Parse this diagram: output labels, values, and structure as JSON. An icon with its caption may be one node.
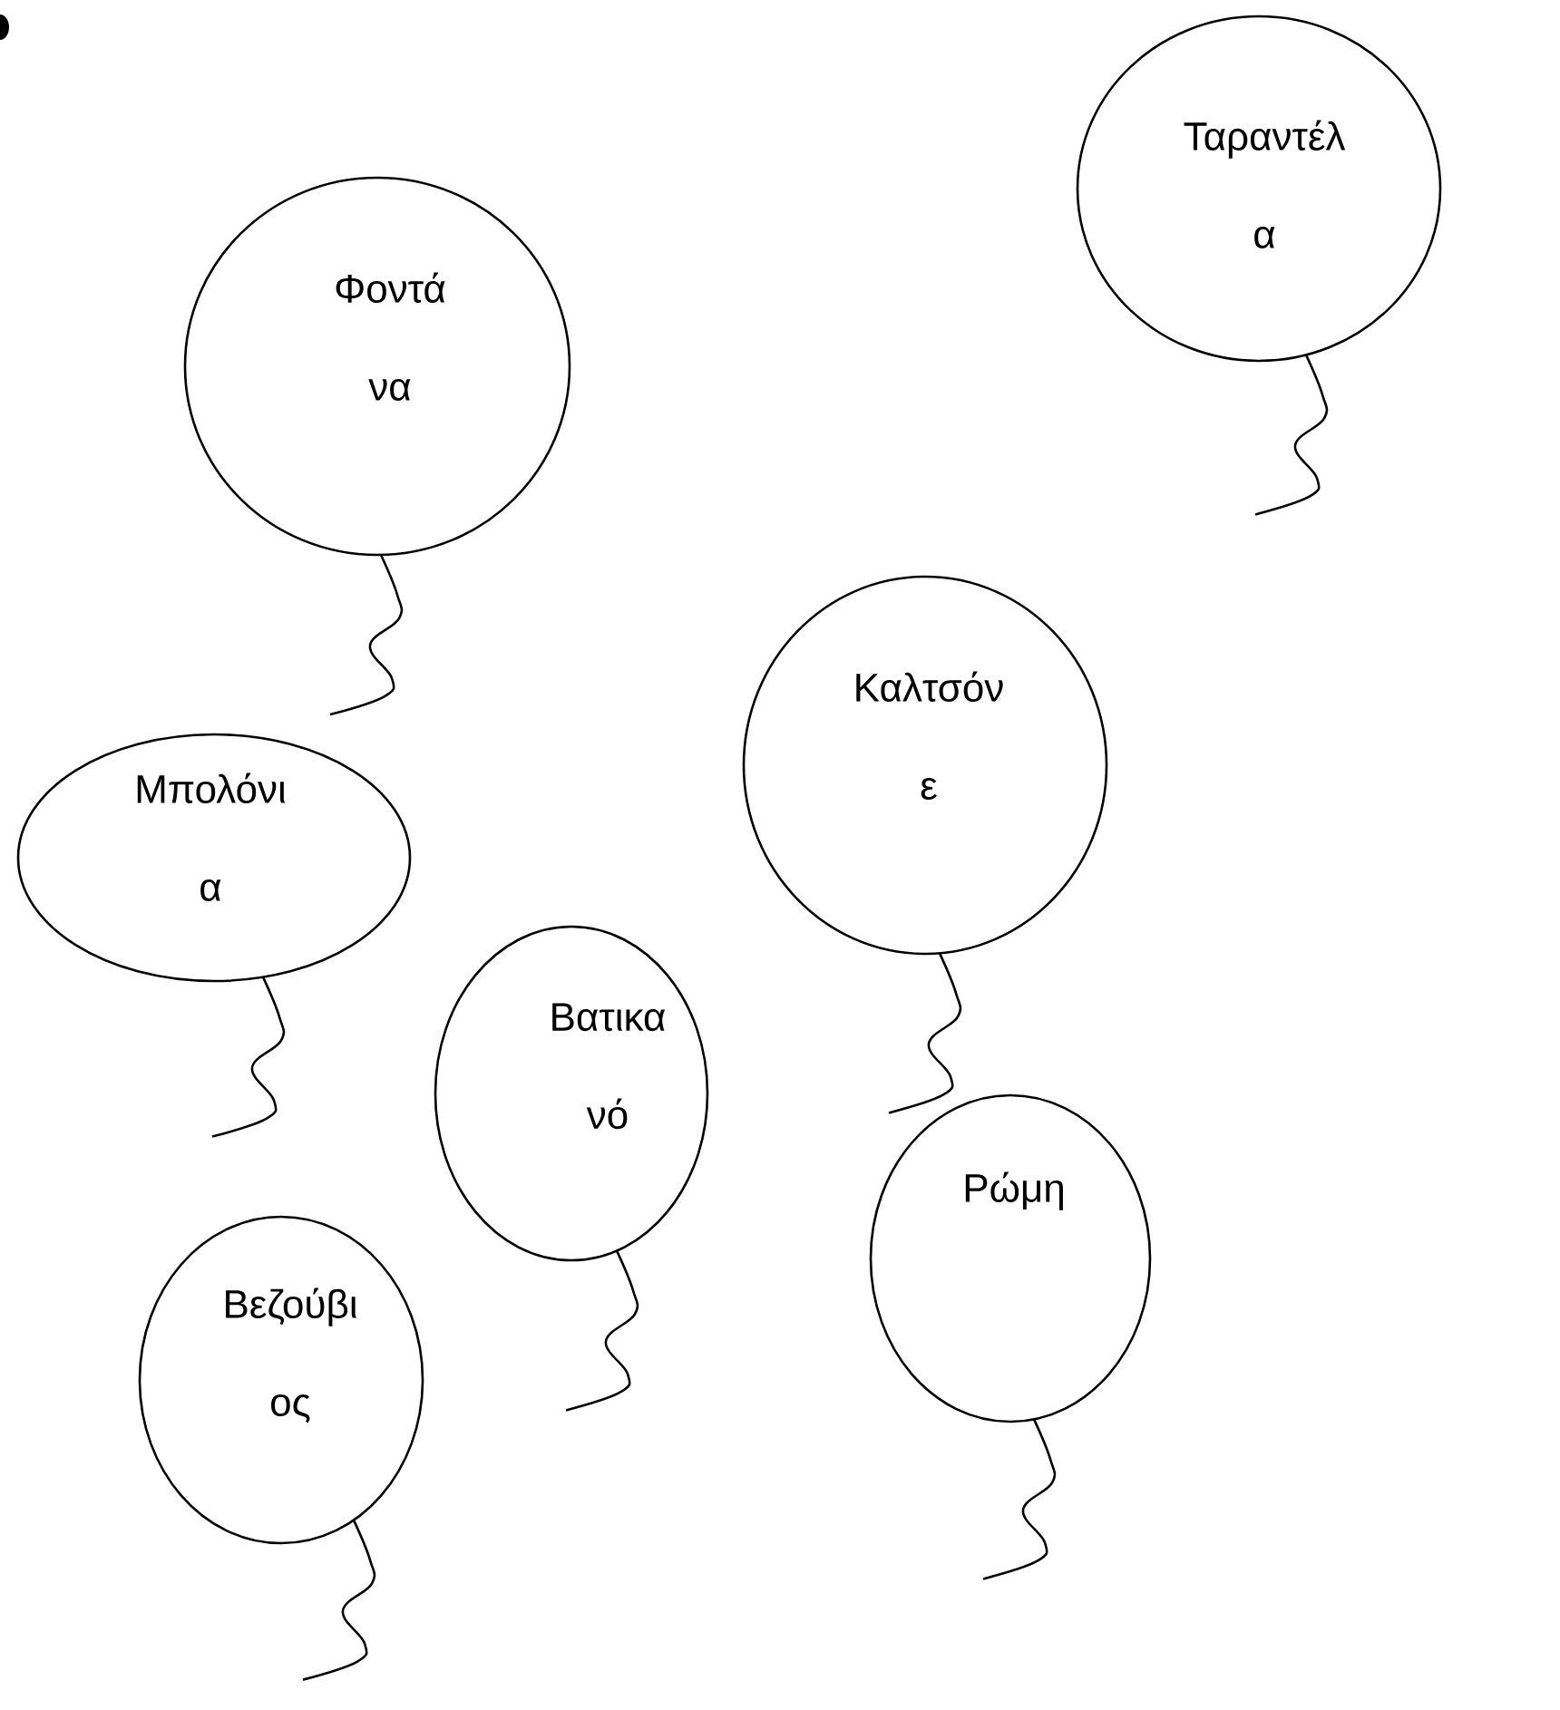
{
  "diagram": {
    "nodes": [
      {
        "text": [
          "Ταραντέλ α"
        ]
      },
      {
        "text": [
          "Φοντά να"
        ]
      },
      {
        "text": [
          "Καλτσόν ε"
        ]
      },
      {
        "text": [
          "Μπολόνι α"
        ]
      },
      {
        "text": [
          "Βατικα νό"
        ]
      },
      {
        "text": [
          "Ρώμη"
        ]
      },
      {
        "text": [
          "Βεζούβι ος"
        ]
      }
    ]
  }
}
